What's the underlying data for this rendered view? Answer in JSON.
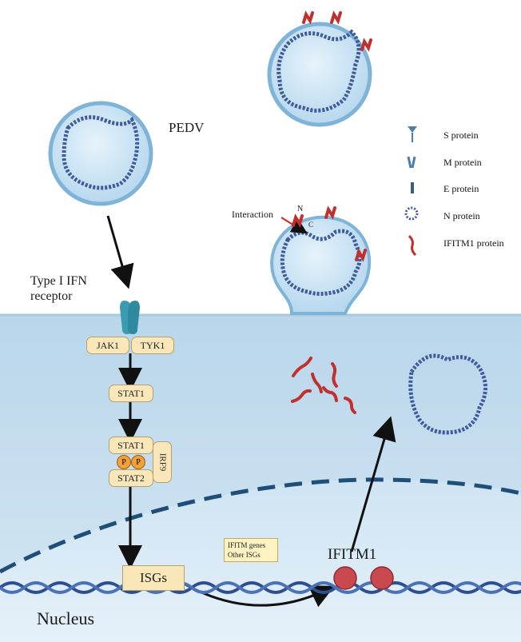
{
  "labels": {
    "virus": "PEDV",
    "receptor_line1": "Type I IFN",
    "receptor_line2": "receptor",
    "interaction": "Interaction",
    "n_term": "N",
    "c_term": "C",
    "nucleus": "Nucleus",
    "ifitm1": "IFITM1"
  },
  "pathway": {
    "jak1": "JAK1",
    "tyk1": "TYK1",
    "stat1": "STAT1",
    "stat1_complex": "STAT1",
    "stat2": "STAT2",
    "irf9": "IRF9",
    "p1": "P",
    "p2": "P",
    "isgs": "ISGs"
  },
  "gene_note": {
    "line1": "IFITM genes",
    "line2": "Other ISGs"
  },
  "legend": [
    {
      "label": "S protein",
      "icon": "s-protein-icon"
    },
    {
      "label": "M protein",
      "icon": "m-protein-icon"
    },
    {
      "label": "E protein",
      "icon": "e-protein-icon"
    },
    {
      "label": "N protein",
      "icon": "n-protein-icon"
    },
    {
      "label": "IFITM1 protein",
      "icon": "ifitm1-protein-icon"
    }
  ],
  "colors": {
    "cytoplasm": "#c9e1f1",
    "virion": "#cfe6f5",
    "virion_edge": "#7fb4d8",
    "spike": "#4f7ea8",
    "ifitm1": "#c0312e",
    "box": "#f9e7b9",
    "dna": "#2e4f8f",
    "nucleus_line": "#1f4e79",
    "phospho": "#f0a13a"
  }
}
